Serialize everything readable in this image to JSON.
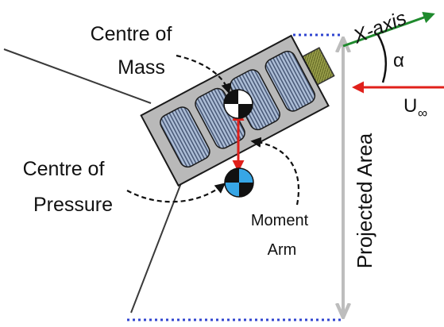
{
  "labels": {
    "centre_of_mass": [
      "Centre of",
      "Mass"
    ],
    "centre_of_pressure": [
      "Centre of",
      "Pressure"
    ],
    "moment_arm": [
      "Moment",
      "Arm"
    ],
    "x_axis": "X-axis",
    "alpha": "α",
    "freestream": "U",
    "freestream_subscript": "∞",
    "projected_area": "Projected Area"
  },
  "colors": {
    "body_fill": "#b9b9b9",
    "body_stroke": "#1a1a1a",
    "panel_fill": "#aebfd8",
    "panel_stripe": "#4a5a78",
    "thruster_fill": "#9aa04a",
    "boom_stroke": "#3a3a3a",
    "moment_arm": "#e0201b",
    "x_axis_arrow": "#1f8a2d",
    "freestream_arrow": "#e0201b",
    "projected_dotted": "#3045d0",
    "projected_arrow": "#bdbdbd",
    "pressure_marker": "#37a6e6",
    "label_text": "#111111"
  }
}
